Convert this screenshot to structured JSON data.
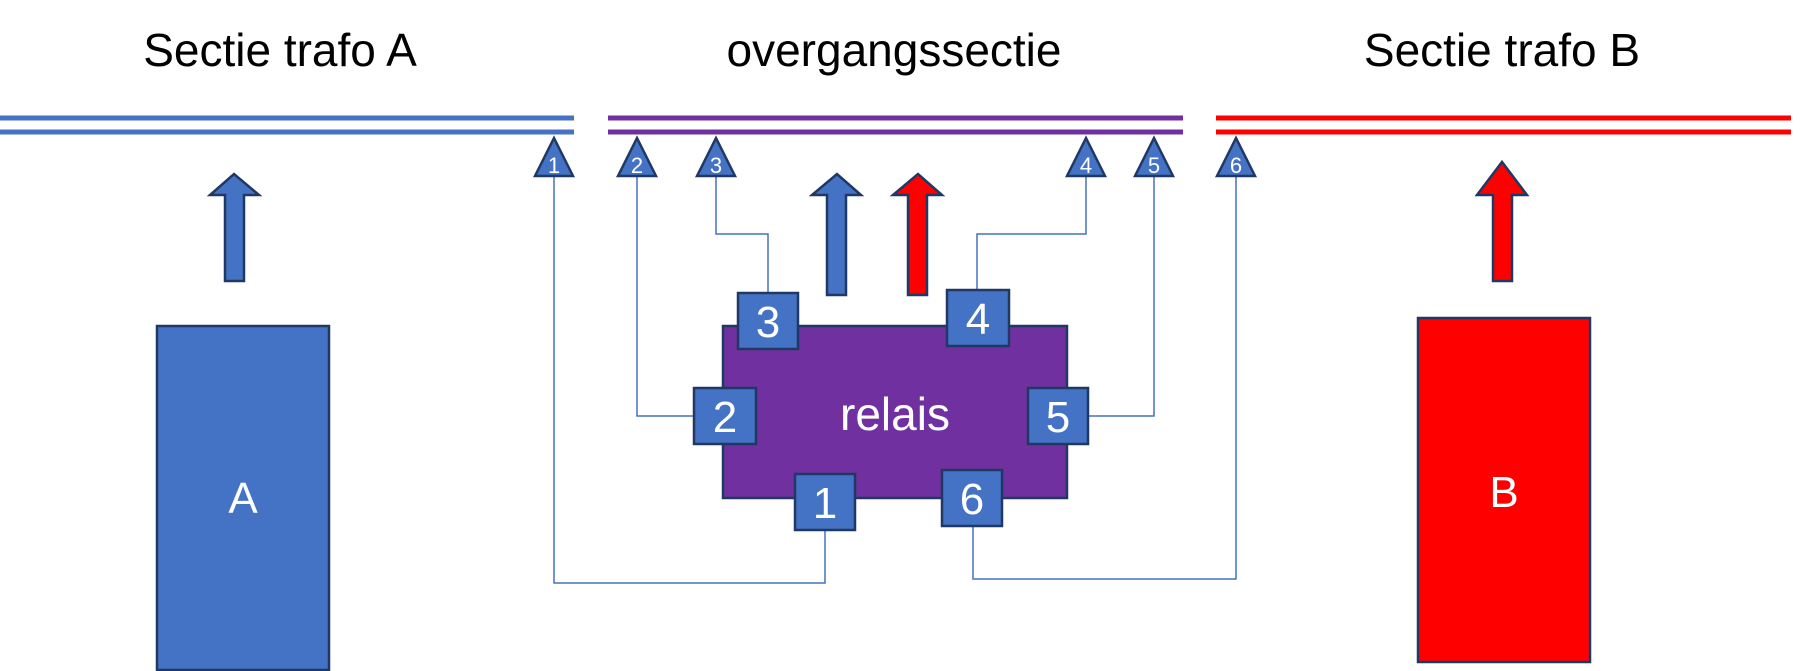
{
  "sections": {
    "a": {
      "title": "Sectie trafo A",
      "color": "#4472c4"
    },
    "transition": {
      "title": "overgangssectie",
      "color": "#7030a0"
    },
    "b": {
      "title": "Sectie trafo B",
      "color": "#ff0000"
    }
  },
  "transformers": {
    "a": {
      "label": "A",
      "color": "#4472c4"
    },
    "b": {
      "label": "B",
      "color": "#ff0000"
    }
  },
  "relay": {
    "label": "relais",
    "color": "#7030a0"
  },
  "terminals": [
    "1",
    "2",
    "3",
    "4",
    "5",
    "6"
  ],
  "contacts": [
    "1",
    "2",
    "3",
    "4",
    "5",
    "6"
  ],
  "colors": {
    "terminal": "#4472c4",
    "outline": "#1f3864",
    "wire": "#4472c4",
    "arrow_a": "#4472c4",
    "arrow_b": "#ff0000"
  }
}
